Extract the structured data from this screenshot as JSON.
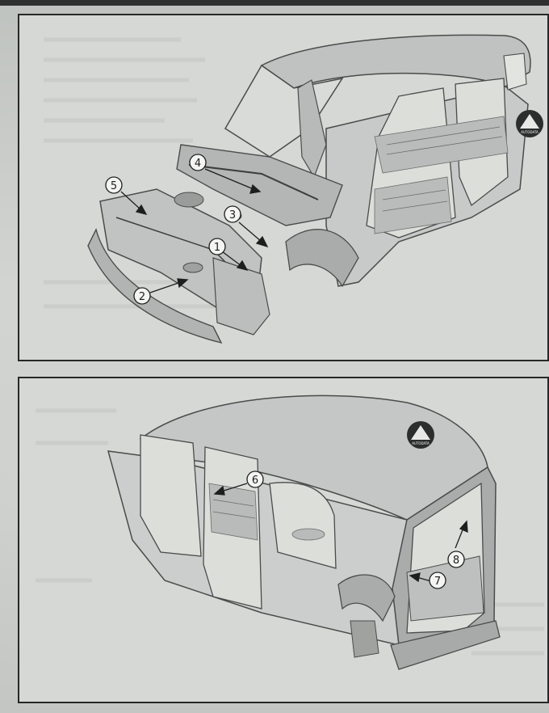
{
  "figures": [
    {
      "name": "front-three-quarter-body-view",
      "callouts": [
        "1",
        "2",
        "3",
        "4",
        "5"
      ],
      "watermark": "AUTODATA"
    },
    {
      "name": "rear-three-quarter-body-view",
      "callouts": [
        "6",
        "7",
        "8"
      ],
      "watermark": "AUTODATA"
    }
  ]
}
